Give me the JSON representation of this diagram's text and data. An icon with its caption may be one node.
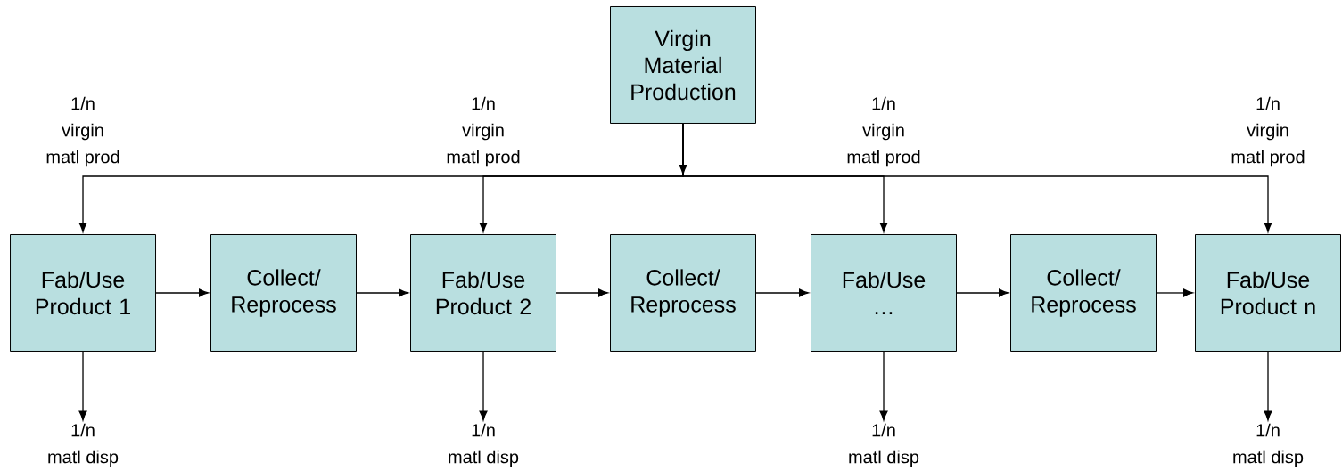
{
  "diagram": {
    "nodes": [
      {
        "text": [
          "Virgin Material Production"
        ]
      },
      {
        "text": [
          "Fab/Use Product 1"
        ]
      },
      {
        "text": [
          "Collect/ Reprocess"
        ]
      },
      {
        "text": [
          "Fab/Use Product 2"
        ]
      },
      {
        "text": [
          "Collect/ Reprocess"
        ]
      },
      {
        "text": [
          "Fab/Use …"
        ]
      },
      {
        "text": [
          "Collect/ Reprocess"
        ]
      },
      {
        "text": [
          "Fab/Use Product n"
        ]
      },
      {
        "text": [
          "1/n matl disp"
        ]
      },
      {
        "text": [
          "1/n matl disp"
        ]
      },
      {
        "text": [
          "1/n matl disp"
        ]
      },
      {
        "text": [
          "1/n matl disp"
        ]
      }
    ],
    "edges": [
      {
        "from": 0,
        "to": 1,
        "arrow": "to",
        "label": "1/n virgin matl prod"
      },
      {
        "from": 0,
        "to": 3,
        "arrow": "to",
        "label": "1/n virgin matl prod"
      },
      {
        "from": 0,
        "to": 5,
        "arrow": "to",
        "label": "1/n virgin matl prod"
      },
      {
        "from": 0,
        "to": 7,
        "arrow": "to",
        "label": "1/n virgin matl prod"
      },
      {
        "from": 1,
        "to": 2,
        "arrow": "to"
      },
      {
        "from": 2,
        "to": 3,
        "arrow": "to"
      },
      {
        "from": 3,
        "to": 4,
        "arrow": "to"
      },
      {
        "from": 4,
        "to": 5,
        "arrow": "to"
      },
      {
        "from": 5,
        "to": 6,
        "arrow": "to"
      },
      {
        "from": 6,
        "to": 7,
        "arrow": "to"
      },
      {
        "from": 1,
        "to": 8,
        "arrow": "to"
      },
      {
        "from": 3,
        "to": 9,
        "arrow": "to"
      },
      {
        "from": 5,
        "to": 10,
        "arrow": "to"
      },
      {
        "from": 7,
        "to": 11,
        "arrow": "to"
      }
    ]
  }
}
